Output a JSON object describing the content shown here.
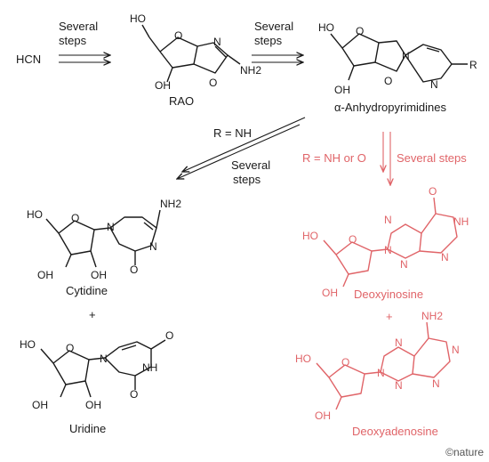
{
  "colors": {
    "ink": "#1a1a1a",
    "accent": "#e06468"
  },
  "steps": {
    "start": "HCN",
    "step1": [
      "Several",
      "steps"
    ],
    "step2": [
      "Several",
      "steps"
    ],
    "branch_left_condition": "R = NH",
    "branch_left_steps": [
      "Several",
      "steps"
    ],
    "branch_right_condition": "R = NH or O",
    "branch_right_steps": "Several steps"
  },
  "compounds": {
    "rao": "RAO",
    "anhydro": "α-Anhydropyrimidines",
    "cytidine": "Cytidine",
    "uridine": "Uridine",
    "deoxyinosine": "Deoxyinosine",
    "deoxyadenosine": "Deoxyadenosine",
    "plus_left": "+",
    "plus_right": "+"
  },
  "atoms": {
    "oh": "HO",
    "ho": "OH",
    "o": "O",
    "n": "N",
    "nh": "NH",
    "nh2": "NH2",
    "r": "R"
  },
  "credit": "©nature"
}
